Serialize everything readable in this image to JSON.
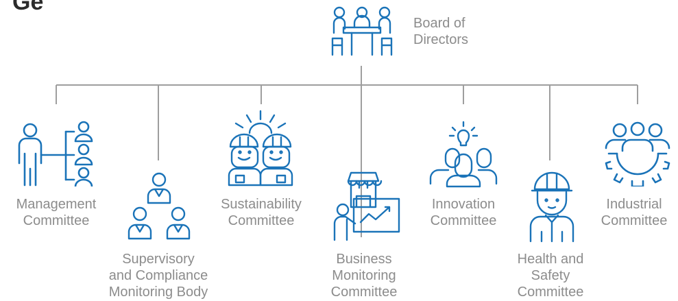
{
  "title": "Ge",
  "colors": {
    "icon": "#1a73b8",
    "connector": "#9e9e9e",
    "label": "#8c8c8c"
  },
  "board": {
    "label": "Board of\nDirectors",
    "icon": "meeting-table-icon"
  },
  "committees": [
    {
      "label": "Management\nCommittee",
      "icon": "org-hierarchy-icon"
    },
    {
      "label": "Supervisory\nand Compliance\nMonitoring Body",
      "icon": "people-pyramid-icon"
    },
    {
      "label": "Sustainability\nCommittee",
      "icon": "workers-sun-icon"
    },
    {
      "label": "Business\nMonitoring\nCommittee",
      "icon": "store-presentation-icon"
    },
    {
      "label": "Innovation\nCommittee",
      "icon": "team-lightbulb-icon"
    },
    {
      "label": "Health and\nSafety\nCommittee",
      "icon": "hardhat-worker-icon"
    },
    {
      "label": "Industrial\nCommittee",
      "icon": "team-gear-icon"
    }
  ]
}
